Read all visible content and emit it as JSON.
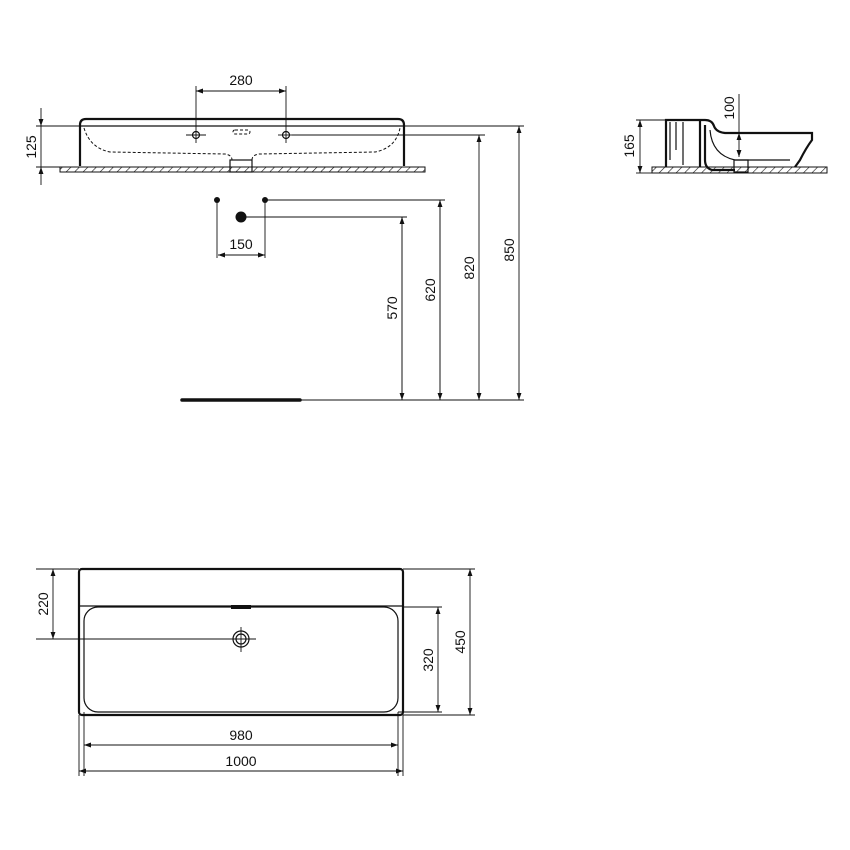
{
  "drawing": {
    "subject": "wall-hung washbasin technical drawing",
    "line_color": "#111111",
    "background": "#ffffff"
  },
  "front_view": {
    "dimensions": {
      "tap_hole_spacing": "280",
      "basin_height": "125",
      "tap_fixing_spacing": "150",
      "waste_height": "570",
      "supply_height": "620",
      "rim_height": "820",
      "top_height": "850"
    }
  },
  "side_view": {
    "dimensions": {
      "bowl_depth": "100",
      "overall_height": "165"
    }
  },
  "plan_view": {
    "dimensions": {
      "waste_offset": "220",
      "bowl_depth": "320",
      "overall_depth": "450",
      "bowl_width": "980",
      "overall_width": "1000"
    }
  }
}
